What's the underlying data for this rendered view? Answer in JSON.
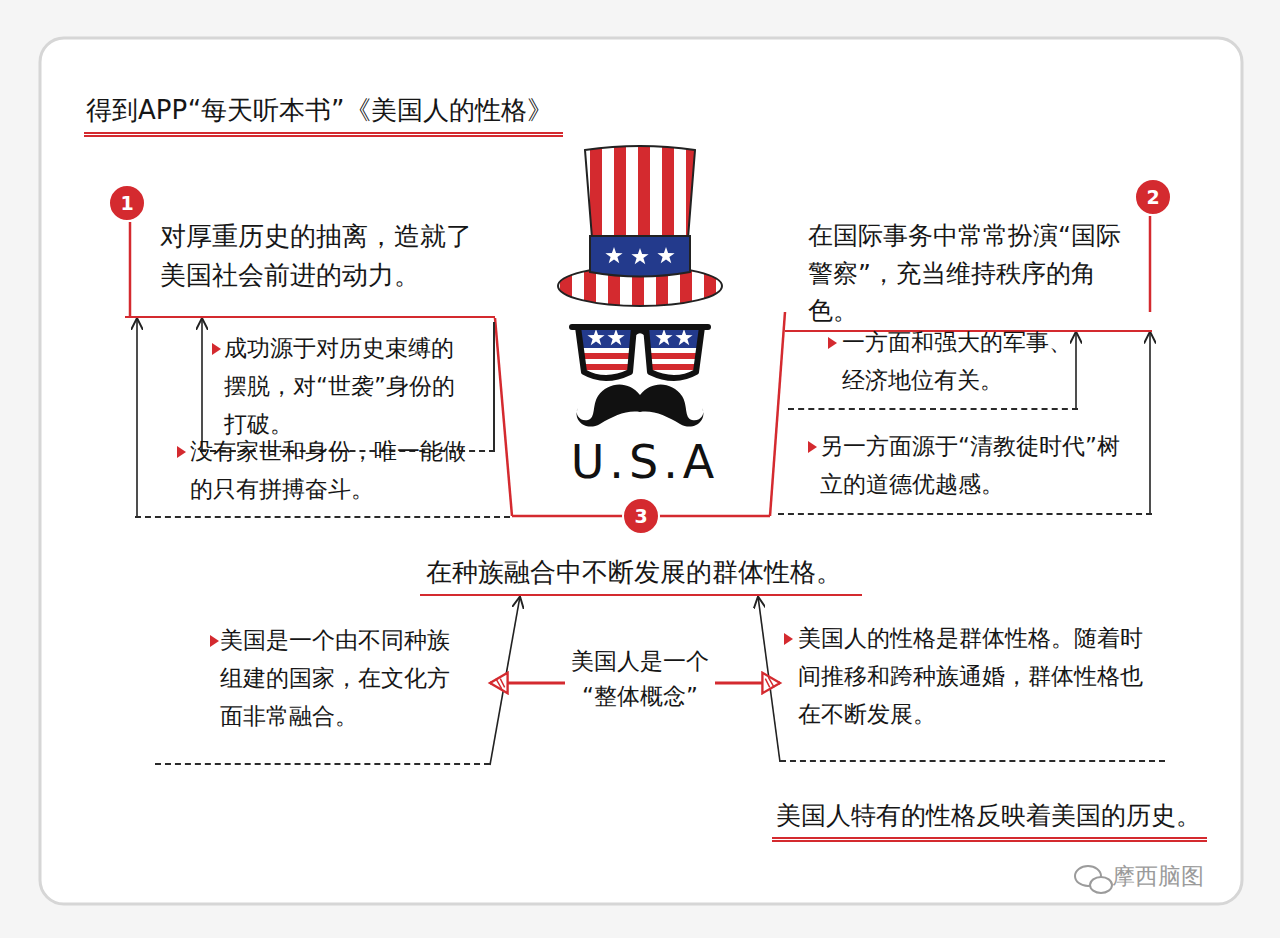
{
  "diagram": {
    "title": "得到APP“每天听本书”《美国人的性格》",
    "caption": "美国人特有的性格反映着美国的历史。",
    "nodes": [
      {
        "text": [
          "对厚重历史的抽离，造就了美国社会前进的动力。"
        ]
      },
      {
        "text": [
          "成功源于对历史束缚的摆脱，对“世袭”身份的打破。"
        ]
      },
      {
        "text": [
          "没有家世和身份，唯一能做的只有拼搏奋斗。"
        ]
      },
      {
        "text": [
          "在国际事务中常常扮演“国际警察”，充当维持秩序的角色。"
        ]
      },
      {
        "text": [
          "一方面和强大的军事、经济地位有关。"
        ]
      },
      {
        "text": [
          "另一方面源于“清教徒时代”树立的道德优越感。"
        ]
      },
      {
        "text": [
          "在种族融合中不断发展的群体性格。"
        ]
      },
      {
        "text": [
          "美国是一个由不同种族组建的国家，在文化方面非常融合。"
        ]
      },
      {
        "text": [
          "美国人是一个“整体概念”"
        ]
      },
      {
        "text": [
          "美国人的性格是群体性格。随着时间推移和跨种族通婚，群体性格也在不断发展。"
        ]
      }
    ],
    "edges": [
      {
        "from": 1,
        "to": 0,
        "arrow": "to"
      },
      {
        "from": 2,
        "to": 0,
        "arrow": "to"
      },
      {
        "from": 4,
        "to": 3,
        "arrow": "to"
      },
      {
        "from": 5,
        "to": 3,
        "arrow": "to"
      },
      {
        "from": 7,
        "to": 6,
        "arrow": "to"
      },
      {
        "from": 9,
        "to": 6,
        "arrow": "to"
      },
      {
        "from": 8,
        "to": 7,
        "arrow": "to"
      },
      {
        "from": 8,
        "to": 9,
        "arrow": "to"
      }
    ],
    "labels": [
      "1",
      "2",
      "3",
      "U.S.A",
      "摩西脑图"
    ]
  }
}
